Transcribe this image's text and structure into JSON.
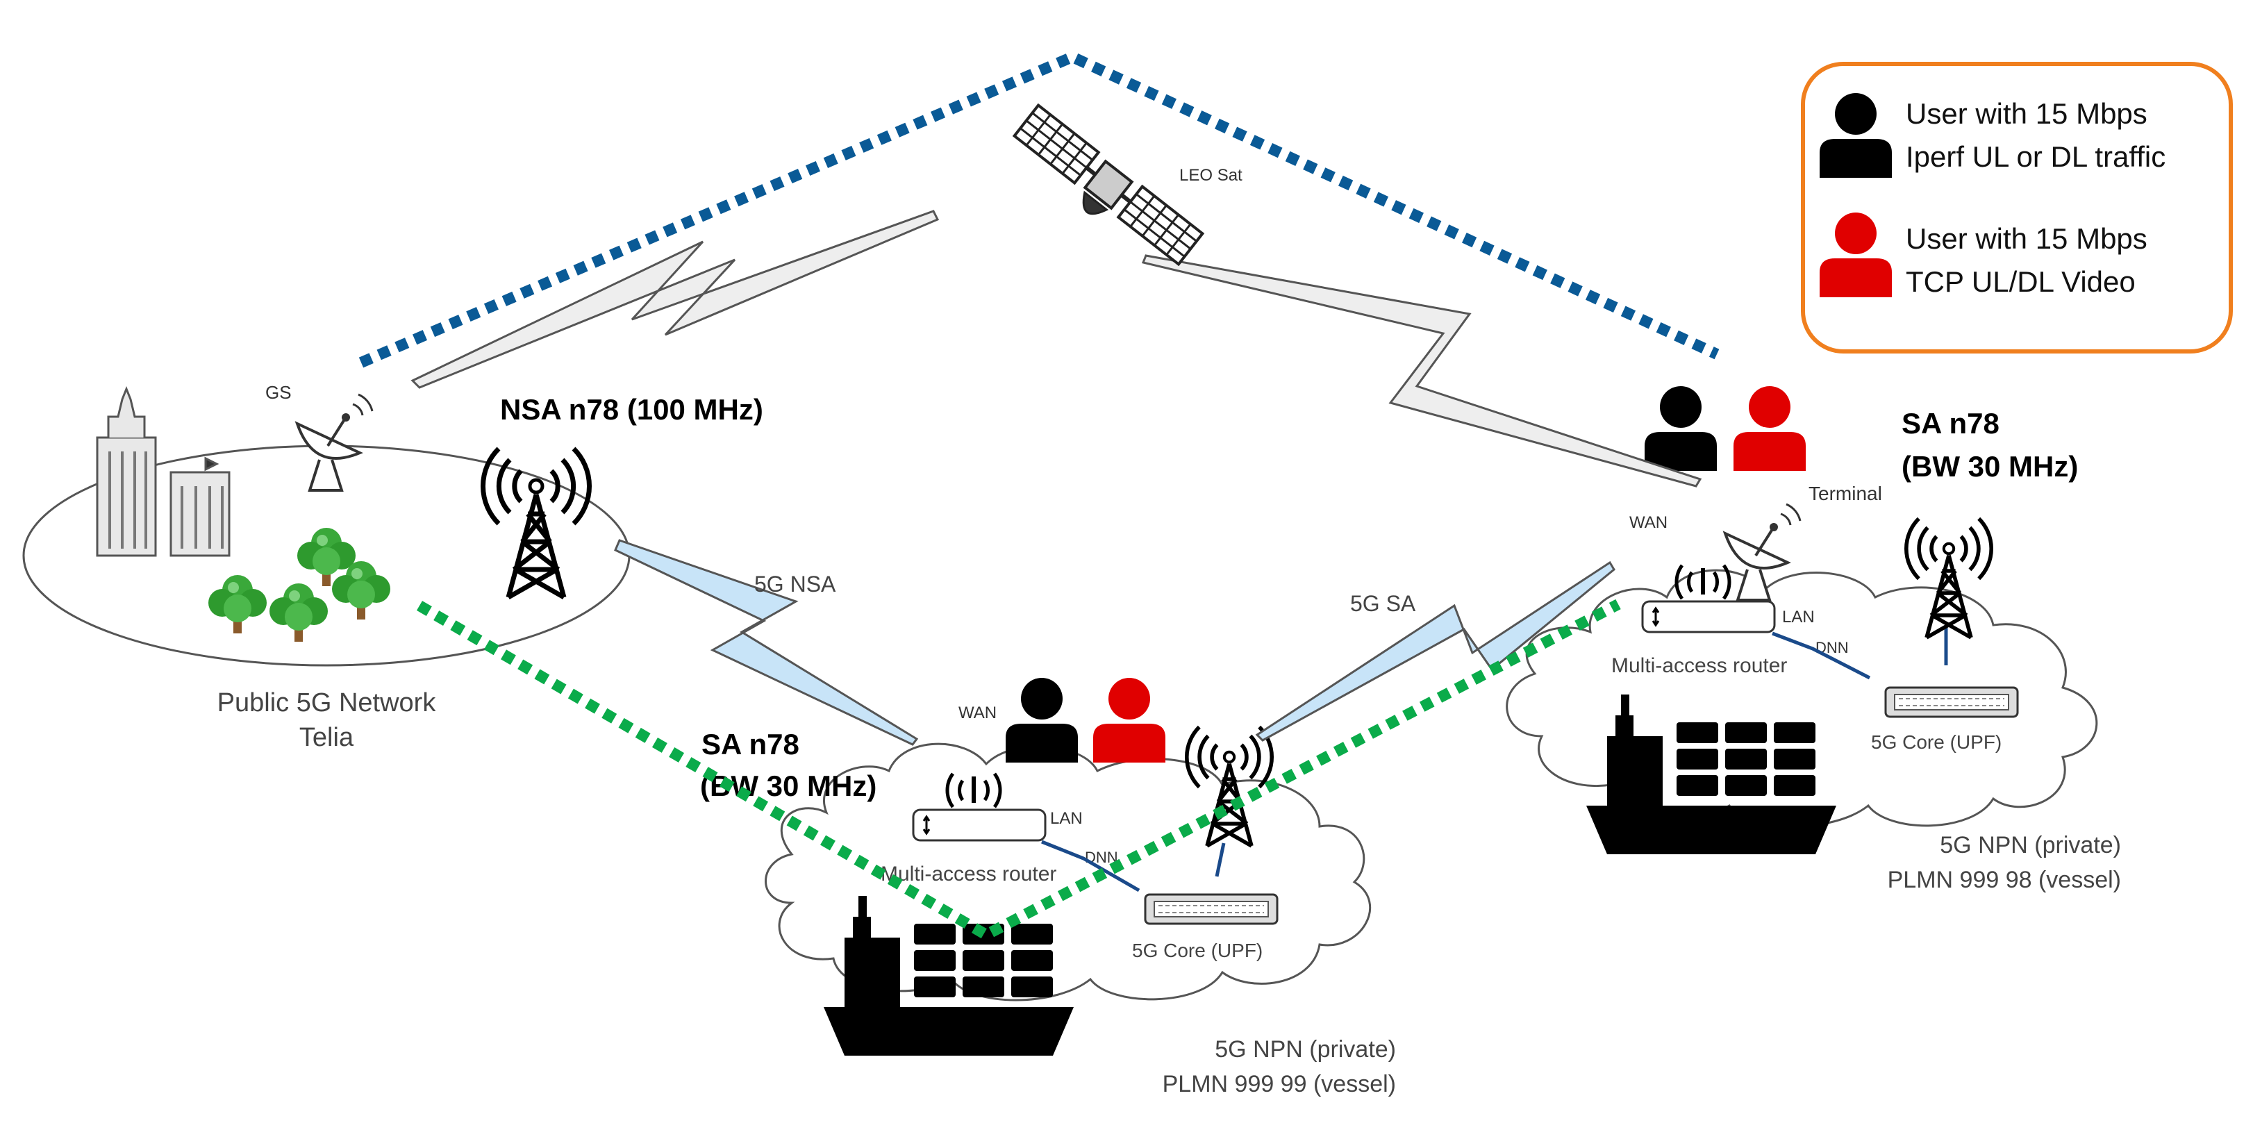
{
  "legend": {
    "border_color": "#f07f1e",
    "item_black": {
      "line1": "User with 15 Mbps",
      "line2": "Iperf UL or DL traffic",
      "color": "#000000"
    },
    "item_red": {
      "line1": "User with 15 Mbps",
      "line2": "TCP UL/DL Video",
      "color": "#e00000"
    }
  },
  "satellite": {
    "label": "LEO Sat",
    "icon": "satellite-icon"
  },
  "public_network": {
    "gs_label": "GS",
    "link_label": "NSA n78 (100 MHz)",
    "name_line1": "Public 5G Network",
    "name_line2": "Telia"
  },
  "links": {
    "nsa": "5G NSA",
    "sa": "5G SA",
    "satellite_link_color": "#0a5a96",
    "terrestrial_link_color": "#0aab4a"
  },
  "vessel_99": {
    "band_line1": "SA n78",
    "band_line2": "(BW 30 MHz)",
    "wan": "WAN",
    "lan": "LAN",
    "dnn": "DNN",
    "router": "Multi-access router",
    "core": "5G Core (UPF)",
    "npn_line1": "5G NPN (private)",
    "npn_line2": "PLMN 999 99 (vessel)"
  },
  "vessel_98": {
    "band_line1": "SA n78",
    "band_line2": "(BW 30 MHz)",
    "terminal": "Terminal",
    "wan": "WAN",
    "lan": "LAN",
    "dnn": "DNN",
    "router": "Multi-access router",
    "core": "5G Core (UPF)",
    "npn_line1": "5G NPN (private)",
    "npn_line2": "PLMN 999 98 (vessel)"
  }
}
